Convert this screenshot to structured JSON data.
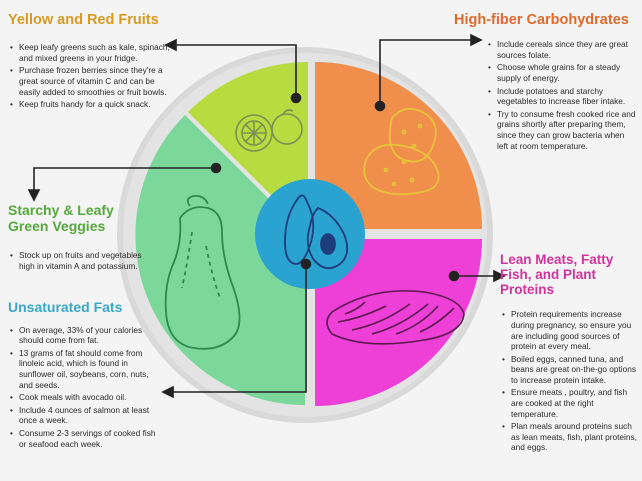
{
  "colors": {
    "yellow_red_wedge": "#b7dc3f",
    "green_wedge": "#7cd89a",
    "orange_wedge": "#f08e4c",
    "pink_wedge": "#ee3fd6",
    "center_circle": "#2ba3d0",
    "rim": "#d9d9d9"
  },
  "sections": {
    "yellow_red": {
      "title": "Yellow and Red Fruits",
      "items": [
        "Keep leafy greens such as kale, spinach, and mixed greens in your fridge.",
        "Purchase frozen berries since they're a great source of vitamin C and can be easily added to smoothies or fruit bowls.",
        "Keep fruits handy for a quick snack."
      ]
    },
    "high_fiber": {
      "title": "High-fiber Carbohydrates",
      "items": [
        "Include cereals since they are great sources folate.",
        "Choose whole grains for a steady supply of energy.",
        "Include potatoes and starchy vegetables to increase fiber intake.",
        "Try to consume fresh cooked rice and grains shortly after preparing them, since they can grow bacteria when left at room temperature."
      ]
    },
    "starchy_leafy": {
      "title": "Starchy & Leafy Green Veggies",
      "items": [
        "Stock up on fruits and vegetables high in vitamin A and potassium."
      ]
    },
    "unsaturated": {
      "title": "Unsaturated Fats",
      "items": [
        "On average, 33% of your calories should come from fat.",
        "13 grams of fat should come from linoleic acid, which is found in sunflower oil, soybeans, corn, nuts, and seeds.",
        "Cook meals with avocado oil.",
        "Include 4 ounces of salmon at least once a week.",
        "Consume 2-3 servings of cooked fish or seafood each week."
      ]
    },
    "lean_meats": {
      "title": "Lean Meats, Fatty Fish, and Plant Proteins",
      "items": [
        "Protein requirements increase during pregnancy, so ensure you are including good sources of protein at every meal.",
        "Boiled eggs, canned tuna, and beans are great on-the-go options to increase protein intake.",
        "Ensure meats , poultry, and fish are cooked at the right temperature.",
        "Plan meals around proteins such as lean meats, fish, plant proteins, and eggs."
      ]
    }
  },
  "icons": [
    "citrus-icon",
    "potato-icon",
    "squash-icon",
    "avocado-icon",
    "salmon-icon"
  ]
}
